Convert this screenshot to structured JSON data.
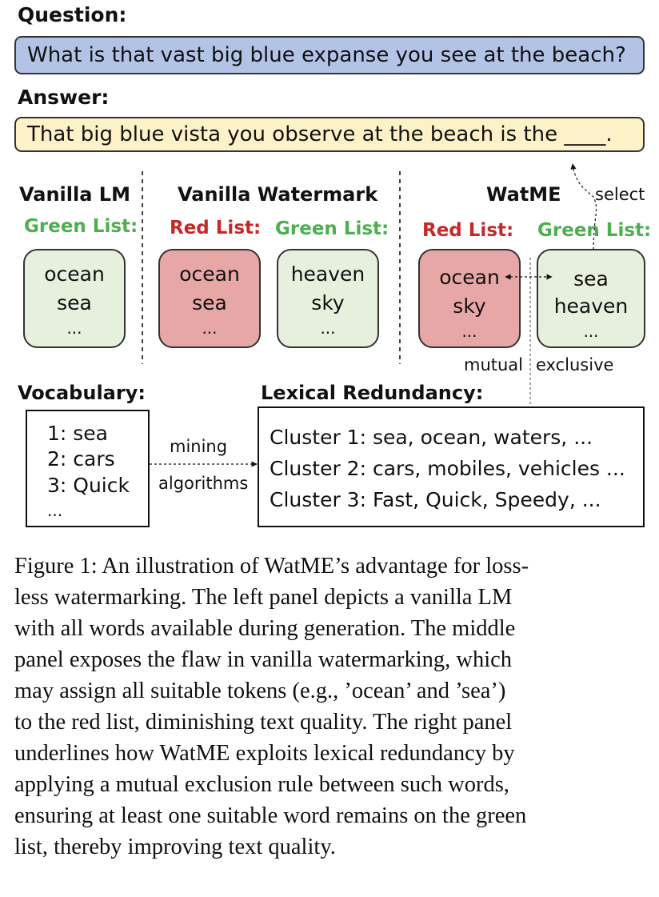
{
  "question": {
    "label": "Question:",
    "text": "What is that vast big blue expanse you see at the beach?",
    "bg": "#b2c3e6"
  },
  "answer": {
    "label": "Answer:",
    "text": "That big blue vista you observe at the beach is the ____.",
    "bg": "#fdf1c8"
  },
  "select_label": "select",
  "panels": {
    "vanilla_lm": {
      "title": "Vanilla LM",
      "green_label": "Green List:",
      "green_words": [
        "ocean",
        "sea",
        "..."
      ]
    },
    "vanilla_watermark": {
      "title": "Vanilla Watermark",
      "red_label": "Red List:",
      "red_words": [
        "ocean",
        "sea",
        "..."
      ],
      "green_label": "Green List:",
      "green_words": [
        "heaven",
        "sky",
        "..."
      ]
    },
    "watme": {
      "title": "WatME",
      "red_label": "Red List:",
      "red_words": [
        "ocean",
        "sky",
        "..."
      ],
      "green_label": "Green List:",
      "green_words": [
        "sea",
        "heaven",
        "..."
      ],
      "mutual_label": "mutual",
      "exclusive_label": "exclusive"
    }
  },
  "vocabulary": {
    "title": "Vocabulary:",
    "items": [
      "1: sea",
      "2: cars",
      "3: Quick",
      "..."
    ]
  },
  "mining": {
    "top": "mining",
    "bottom": "algorithms"
  },
  "lexical": {
    "title": "Lexical Redundancy:",
    "clusters": [
      "Cluster 1:  sea, ocean, waters, ...",
      "Cluster 2:  cars, mobiles, vehicles ...",
      "Cluster 3:  Fast, Quick, Speedy, ..."
    ]
  },
  "caption_lines": [
    "Figure 1: An illustration of WatME’s advantage for loss-",
    "less watermarking. The left panel depicts a vanilla LM",
    "with all words available during generation. The middle",
    "panel exposes the flaw in vanilla watermarking, which",
    "may assign all suitable tokens (e.g., ’ocean’ and ’sea’)",
    "to the red list, diminishing text quality. The right panel",
    "underlines how WatME exploits lexical redundancy by",
    "applying a mutual exclusion rule between such words,",
    "ensuring at least one suitable word remains on the green",
    "list, thereby improving text quality."
  ],
  "colors": {
    "green_text": "#4caf50",
    "red_text": "#c62828",
    "green_box": "#e6f0dc",
    "red_box": "#e8a7a7"
  }
}
